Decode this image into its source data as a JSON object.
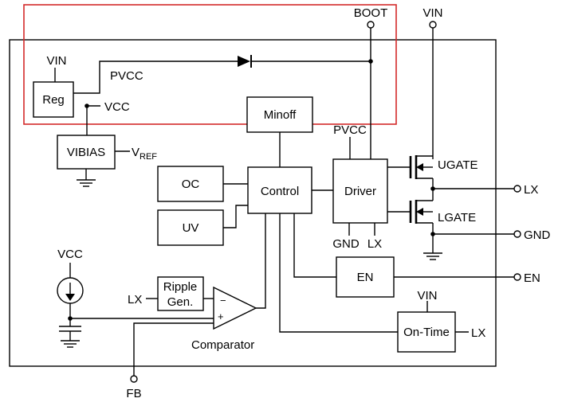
{
  "pins": {
    "boot": "BOOT",
    "vin": "VIN",
    "lx": "LX",
    "gnd": "GND",
    "en": "EN",
    "fb": "FB"
  },
  "blocks": {
    "reg": "Reg",
    "vibias": "VIBIAS",
    "minoff": "Minoff",
    "oc": "OC",
    "control": "Control",
    "driver": "Driver",
    "uv": "UV",
    "en": "EN",
    "ripple_line1": "Ripple",
    "ripple_line2": "Gen.",
    "ontime": "On-Time"
  },
  "labels": {
    "reg_vin": "VIN",
    "pvcc": "PVCC",
    "vcc": "VCC",
    "vref_main": "V",
    "vref_sub": "REF",
    "driver_pvcc": "PVCC",
    "driver_gnd": "GND",
    "driver_lx": "LX",
    "ugate": "UGATE",
    "lgate": "LGATE",
    "source_vcc": "VCC",
    "ripple_lx": "LX",
    "comparator": "Comparator",
    "ontime_vin": "VIN",
    "ontime_lx": "LX",
    "comp_minus": "−",
    "comp_plus": "+"
  },
  "colors": {
    "highlight": "#d42a2a",
    "line": "#000000",
    "background": "#ffffff"
  }
}
